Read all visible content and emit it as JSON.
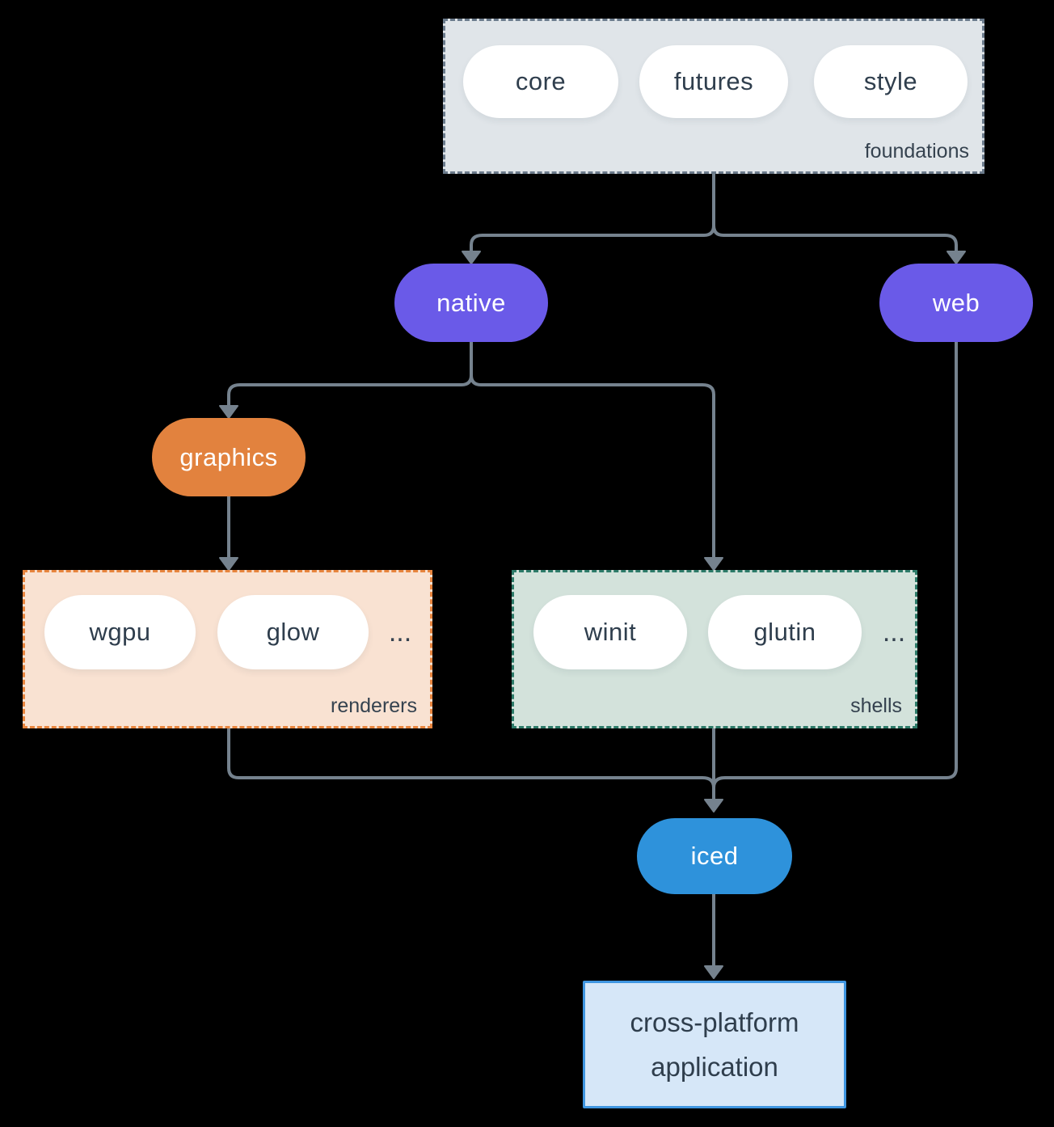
{
  "diagram_title": "iced ecosystem dependency diagram",
  "colors": {
    "background": "#000000",
    "arrow": "#75828e",
    "purple_node": "#6a5ae8",
    "orange_node": "#e2823e",
    "blue_node": "#2e92db",
    "white_pill": "#ffffff",
    "dark_text": "#2f3e4d",
    "foundations_fill": "#e0e5e9",
    "foundations_border": "#6b7b8c",
    "renderers_fill": "#f9e2d2",
    "renderers_border": "#e8853e",
    "shells_fill": "#d3e2db",
    "shells_border": "#2d7b69",
    "app_fill": "#d6e7f8",
    "app_border": "#3f96e1"
  },
  "foundations": {
    "label": "foundations",
    "pills": [
      "core",
      "futures",
      "style"
    ]
  },
  "native": {
    "label": "native"
  },
  "web": {
    "label": "web"
  },
  "graphics": {
    "label": "graphics"
  },
  "renderers": {
    "label": "renderers",
    "pills": [
      "wgpu",
      "glow"
    ],
    "ellipsis": "..."
  },
  "shells": {
    "label": "shells",
    "pills": [
      "winit",
      "glutin"
    ],
    "ellipsis": "..."
  },
  "iced": {
    "label": "iced"
  },
  "application": {
    "line1": "cross-platform",
    "line2": "application"
  }
}
